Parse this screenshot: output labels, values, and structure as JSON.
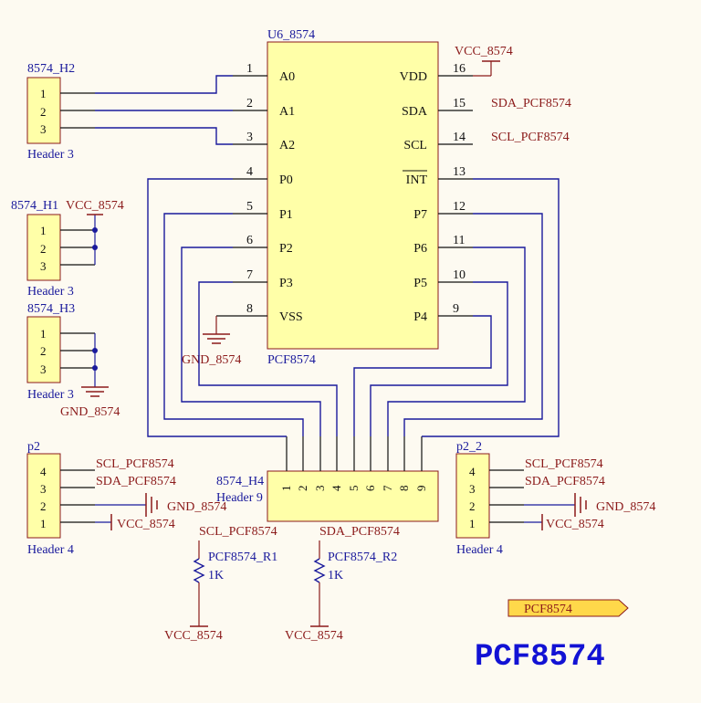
{
  "u6": {
    "ref": "U6_8574",
    "part": "PCF8574",
    "pins_left": [
      {
        "num": "1",
        "name": "A0"
      },
      {
        "num": "2",
        "name": "A1"
      },
      {
        "num": "3",
        "name": "A2"
      },
      {
        "num": "4",
        "name": "P0"
      },
      {
        "num": "5",
        "name": "P1"
      },
      {
        "num": "6",
        "name": "P2"
      },
      {
        "num": "7",
        "name": "P3"
      },
      {
        "num": "8",
        "name": "VSS"
      }
    ],
    "pins_right": [
      {
        "num": "16",
        "name": "VDD"
      },
      {
        "num": "15",
        "name": "SDA"
      },
      {
        "num": "14",
        "name": "SCL"
      },
      {
        "num": "13",
        "name": "INT"
      },
      {
        "num": "12",
        "name": "P7"
      },
      {
        "num": "11",
        "name": "P6"
      },
      {
        "num": "10",
        "name": "P5"
      },
      {
        "num": "9",
        "name": "P4"
      }
    ],
    "net_vdd": "VCC_8574",
    "net_sda": "SDA_PCF8574",
    "net_scl": "SCL_PCF8574",
    "net_gnd": "GND_8574"
  },
  "h2": {
    "ref": "8574_H2",
    "type": "Header 3",
    "pins": [
      "1",
      "2",
      "3"
    ]
  },
  "h1": {
    "ref": "8574_H1",
    "type": "Header 3",
    "pins": [
      "1",
      "2",
      "3"
    ],
    "net": "VCC_8574"
  },
  "h3": {
    "ref": "8574_H3",
    "type": "Header 3",
    "pins": [
      "1",
      "2",
      "3"
    ],
    "net": "GND_8574"
  },
  "p2": {
    "ref": "p2",
    "type": "Header 4",
    "pins": [
      "4",
      "3",
      "2",
      "1"
    ],
    "nets": [
      "SCL_PCF8574",
      "SDA_PCF8574",
      "GND_8574",
      "VCC_8574"
    ]
  },
  "p2_2": {
    "ref": "p2_2",
    "type": "Header 4",
    "pins": [
      "4",
      "3",
      "2",
      "1"
    ],
    "nets": [
      "SCL_PCF8574",
      "SDA_PCF8574",
      "GND_8574",
      "VCC_8574"
    ]
  },
  "h4": {
    "ref": "8574_H4",
    "type": "Header 9",
    "pins": [
      "1",
      "2",
      "3",
      "4",
      "5",
      "6",
      "7",
      "8",
      "9"
    ]
  },
  "r1": {
    "ref": "PCF8574_R1",
    "value": "1K",
    "net_top": "SCL_PCF8574",
    "net_bottom": "VCC_8574"
  },
  "r2": {
    "ref": "PCF8574_R2",
    "value": "1K",
    "net_top": "SDA_PCF8574",
    "net_bottom": "VCC_8574"
  },
  "port": {
    "label": "PCF8574"
  },
  "title": "PCF8574",
  "colors": {
    "wire": "#1a1a9c",
    "power": "#8b1a1a",
    "body_fill": "#ffffa8",
    "body_stroke": "#8b1a1a",
    "title": "#1212d4",
    "background": "#fdfaf1"
  }
}
